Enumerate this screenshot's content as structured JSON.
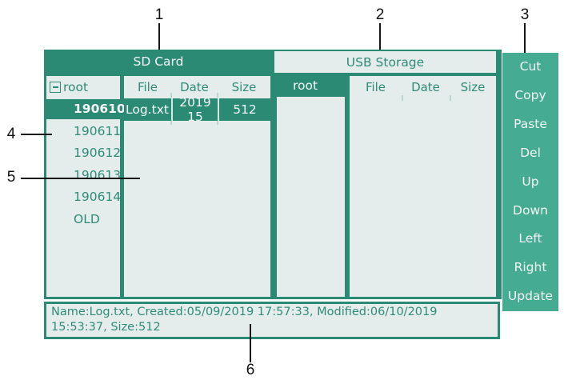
{
  "callouts": [
    "1",
    "2",
    "3",
    "4",
    "5",
    "6"
  ],
  "sd": {
    "title": "SD Card",
    "tree": {
      "root": "root",
      "items": [
        "190610",
        "190611",
        "190612",
        "190613",
        "190614",
        "OLD"
      ],
      "selected": "190610"
    },
    "list": {
      "headers": [
        "File",
        "Date",
        "Size"
      ],
      "rows": [
        {
          "file": "Log.txt",
          "date": "2019 15",
          "size": "512"
        }
      ]
    }
  },
  "usb": {
    "title": "USB Storage",
    "tree_root": "root",
    "list_headers": [
      "File",
      "Date",
      "Size"
    ]
  },
  "buttons": [
    "Cut",
    "Copy",
    "Paste",
    "Del",
    "Up",
    "Down",
    "Left",
    "Right",
    "Update"
  ],
  "status": {
    "text": "Name:Log.txt, Created:05/09/2019 17:57:33, Modified:06/10/2019 15:53:37, Size:512"
  },
  "colors": {
    "frame_dark_teal": "#2b8a74",
    "button_panel_teal": "#45ab91",
    "panel_light": "#e5edec",
    "teal_text": "#2f8b79",
    "white_text": "#f3f7f6",
    "callout_black": "#161616"
  }
}
